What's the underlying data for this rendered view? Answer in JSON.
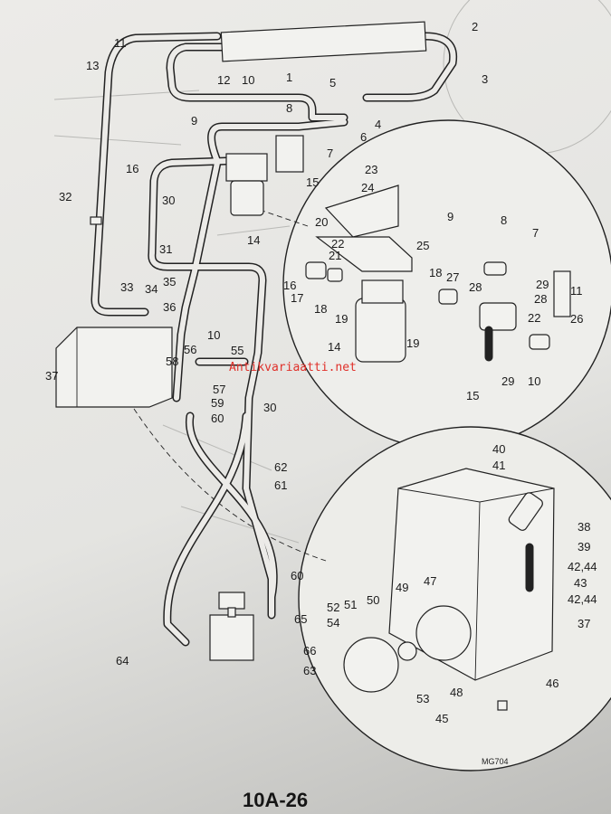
{
  "figure_code": "MG704",
  "page_number": "10A-26",
  "watermark": "Antikvariaatti.net",
  "callouts": {
    "main": [
      "11",
      "12",
      "10",
      "1",
      "2",
      "3",
      "13",
      "5",
      "4",
      "8",
      "9",
      "6",
      "7",
      "16",
      "15",
      "32",
      "30",
      "14",
      "31",
      "33",
      "34",
      "35",
      "36",
      "10",
      "56",
      "55",
      "58",
      "37",
      "57",
      "59",
      "30",
      "60",
      "62",
      "61",
      "60",
      "65",
      "64",
      "66",
      "63"
    ],
    "filter_inset": [
      "23",
      "24",
      "20",
      "22",
      "21",
      "25",
      "16",
      "17",
      "18",
      "19",
      "18",
      "27",
      "9",
      "8",
      "7",
      "29",
      "28",
      "28",
      "11",
      "22",
      "26",
      "14",
      "19",
      "29",
      "10",
      "15"
    ],
    "tank_inset": [
      "40",
      "41",
      "38",
      "39",
      "42,44",
      "43",
      "42,44",
      "37",
      "47",
      "49",
      "50",
      "52",
      "51",
      "54",
      "53",
      "48",
      "46",
      "45"
    ]
  }
}
